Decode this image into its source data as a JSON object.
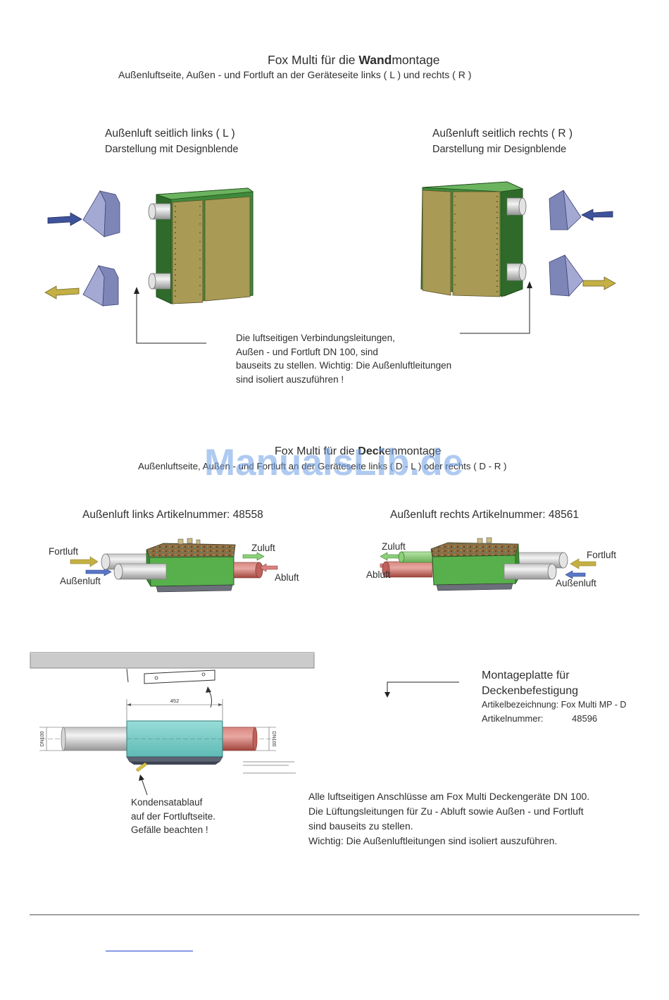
{
  "wall_section": {
    "title": {
      "prefix": "Fox Multi für die ",
      "bold": "Wand",
      "suffix": "montage"
    },
    "subtitle": "Außenluftseite, Außen - und Fortluft an der Geräteseite links ( L ) und rechts ( R )",
    "left_view": {
      "heading": "Außenluft seitlich links ( L )",
      "caption": "Darstellung mit Designblende"
    },
    "right_view": {
      "heading": "Außenluft seitlich rechts ( R )",
      "caption": "Darstellung mir Designblende"
    },
    "note_lines": [
      "Die luftseitigen Verbindungsleitungen,",
      "Außen - und Fortluft DN 100, sind",
      "bauseits zu stellen. Wichtig: Die Außenluftleitungen",
      "sind isoliert auszuführen !"
    ]
  },
  "watermark": "ManualsLib.de",
  "ceiling_section": {
    "title": {
      "prefix": "Fox Multi für die ",
      "bold": "Deck",
      "suffix": "enmontage"
    },
    "subtitle": "Außenluftseite, Außen - und Fortluft an der Geräteseite links ( D - L ) oder rechts ( D - R )",
    "left_unit": {
      "heading": "Außenluft links Artikelnummer: 48558",
      "labels": {
        "exhaust": "Fortluft",
        "outdoor": "Außenluft",
        "supply": "Zuluft",
        "extract": "Abluft"
      }
    },
    "right_unit": {
      "heading": "Außenluft rechts Artikelnummer: 48561",
      "labels": {
        "exhaust": "Fortluft",
        "outdoor": "Außenluft",
        "supply": "Zuluft",
        "extract": "Abluft"
      }
    }
  },
  "mounting_detail": {
    "dimension_width": "452",
    "pipe_diameter_left": "DN100",
    "pipe_diameter_right": "DN100",
    "plate_title_lines": [
      "Montageplatte für",
      "Deckenbefestigung"
    ],
    "designation": "Artikelbezeichnung: Fox Multi MP - D",
    "article_number_label": "Artikelnummer:",
    "article_number": "48596",
    "condensate_lines": [
      "Kondensatablauf",
      "auf der Fortluftseite.",
      "Gefälle beachten !"
    ],
    "note_lines": [
      "Alle luftseitigen Anschlüsse am Fox Multi Deckengeräte DN 100.",
      "Die Lüftungsleitungen für Zu - Abluft sowie Außen - und Fortluft",
      "sind bauseits zu stellen.",
      "Wichtig: Die Außenluftleitungen sind isoliert auszuführen."
    ]
  },
  "colors": {
    "unit_frame_green": "#3f8a3a",
    "front_panel_olive": "#a99a55",
    "outdoor_hood_blue": "#7e86b8",
    "outdoor_air_arrow_blue": "#3f539c",
    "exhaust_air_arrow_yellow": "#c4b044",
    "supply_pipe_green": "#8bcf78",
    "extract_pipe_red": "#c0605a",
    "ceiling_unit_cyan": "#72c8c4",
    "watermark_blue": "#6f9fe6",
    "link_blue": "#1f3fcf"
  }
}
